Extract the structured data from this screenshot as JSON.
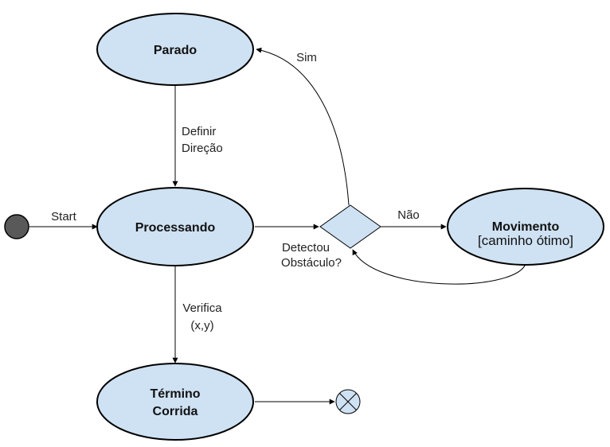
{
  "colors": {
    "state_fill": "#cfe2f3",
    "stroke": "#000000",
    "initial_fill": "#595959",
    "final_fill": "#cfe2f3"
  },
  "states": {
    "parado": "Parado",
    "processando": "Processando",
    "movimento_line1": "Movimento",
    "movimento_line2": "[caminho ótimo]",
    "termino_line1": "Término",
    "termino_line2": "Corrida"
  },
  "decision": {
    "label_line1": "Detectou",
    "label_line2": "Obstáculo?"
  },
  "edges": {
    "start": "Start",
    "definir_line1": "Definir",
    "definir_line2": "Direção",
    "verifica_line1": "Verifica",
    "verifica_line2": "(x,y)",
    "sim": "Sim",
    "nao": "Não"
  },
  "icons": {
    "initial": "initial-state-icon",
    "final": "final-state-icon"
  }
}
